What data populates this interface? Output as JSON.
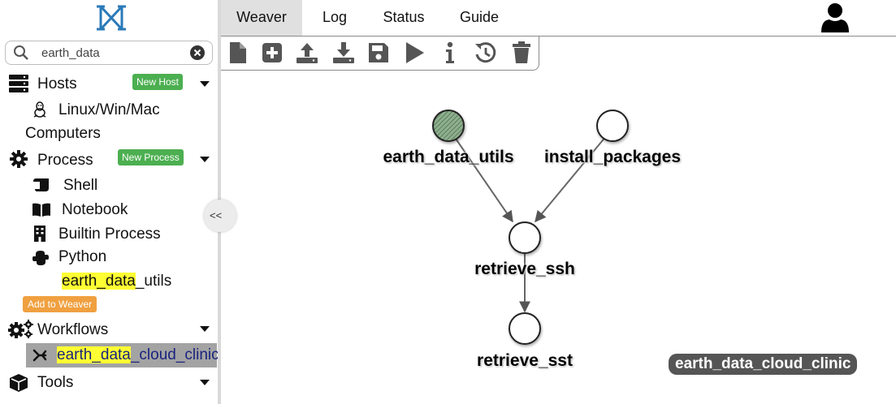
{
  "nav": {
    "tabs": [
      "Weaver",
      "Log",
      "Status",
      "Guide"
    ],
    "active_tab": "Weaver"
  },
  "search": {
    "value": "earth_data"
  },
  "sidebar": {
    "hosts": {
      "label": "Hosts",
      "badge": "New Host",
      "child": "Linux/Win/Mac",
      "child_wrap": "Computers"
    },
    "process": {
      "label": "Process",
      "badge": "New Process",
      "children": {
        "shell": "Shell",
        "notebook": "Notebook",
        "builtin": "Builtin Process",
        "python": "Python"
      },
      "python_item": {
        "match": "earth_data",
        "rest": "_utils"
      }
    },
    "add_to_weaver": "Add to Weaver",
    "workflows": {
      "label": "Workflows",
      "item": {
        "match": "earth_data",
        "rest": "_cloud_clinic"
      }
    },
    "tools": {
      "label": "Tools"
    },
    "collapse_label": "<<"
  },
  "graph": {
    "nodes": {
      "earth_data_utils": "earth_data_utils",
      "install_packages": "install_packages",
      "retrieve_ssh": "retrieve_ssh",
      "retrieve_sst": "retrieve_sst"
    },
    "workflow_name": "earth_data_cloud_clinic"
  },
  "colors": {
    "badge_green": "#4caf50",
    "badge_orange": "#f0a040",
    "highlight": "#ffff33",
    "selected_row": "#a3a3a3",
    "logo_blue": "#2a7ab8"
  },
  "icons": {
    "toolbar": [
      "new-file-icon",
      "add-icon",
      "upload-icon",
      "download-icon",
      "save-icon",
      "run-icon",
      "info-icon",
      "history-icon",
      "delete-icon"
    ]
  }
}
